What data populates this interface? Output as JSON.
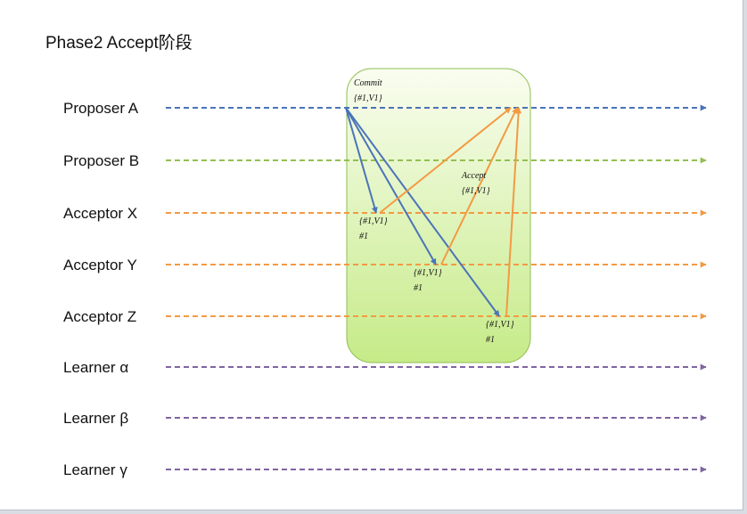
{
  "title": "Phase2 Accept阶段",
  "colors": {
    "proposer_a": "#4a74b8",
    "proposer_b": "#92c050",
    "acceptor": "#f39a43",
    "learner": "#8064a2",
    "box_top": "#f9fdf0",
    "box_bottom": "#c6eb88",
    "box_border": "#8fbe52"
  },
  "lanes": [
    {
      "label": "Proposer A",
      "role": "proposer_a"
    },
    {
      "label": "Proposer B",
      "role": "proposer_b"
    },
    {
      "label": "Acceptor X",
      "role": "acceptor"
    },
    {
      "label": "Acceptor Y",
      "role": "acceptor"
    },
    {
      "label": "Acceptor Z",
      "role": "acceptor"
    },
    {
      "label": "Learner α",
      "role": "learner"
    },
    {
      "label": "Learner β",
      "role": "learner"
    },
    {
      "label": "Learner γ",
      "role": "learner"
    }
  ],
  "commit": {
    "label": "Commit",
    "value": "{#1,V1}"
  },
  "accept": {
    "label": "Accept",
    "value": "{#1,V1}"
  },
  "acceptor_notes": [
    {
      "lane": "Acceptor X",
      "value": "{#1,V1}",
      "id": "#1"
    },
    {
      "lane": "Acceptor Y",
      "value": "{#1,V1}",
      "id": "#1"
    },
    {
      "lane": "Acceptor Z",
      "value": "{#1,V1}",
      "id": "#1"
    }
  ],
  "messages": [
    {
      "from": "Proposer A",
      "to": "Acceptor X",
      "kind": "commit"
    },
    {
      "from": "Proposer A",
      "to": "Acceptor Y",
      "kind": "commit"
    },
    {
      "from": "Proposer A",
      "to": "Acceptor Z",
      "kind": "commit"
    },
    {
      "from": "Acceptor X",
      "to": "Proposer A",
      "kind": "accept"
    },
    {
      "from": "Acceptor Y",
      "to": "Proposer A",
      "kind": "accept"
    },
    {
      "from": "Acceptor Z",
      "to": "Proposer A",
      "kind": "accept"
    }
  ]
}
